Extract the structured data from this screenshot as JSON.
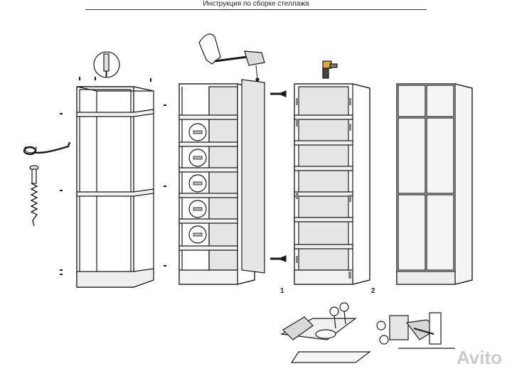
{
  "title": "Инструкция по сборке стеллажа",
  "steps": [
    {
      "label": "1"
    },
    {
      "label": "2"
    }
  ],
  "watermark": "Avito",
  "colors": {
    "line": "#1a1a1a",
    "panel": "#f2f2f2",
    "back_panel": "#e6e6e6",
    "accent": "#9a9a9a"
  },
  "icons": [
    "hammer-icon",
    "screwdriver-icon",
    "allen-key-icon",
    "screw-icon",
    "drill-icon",
    "arrow-icon",
    "hinge-icon"
  ]
}
